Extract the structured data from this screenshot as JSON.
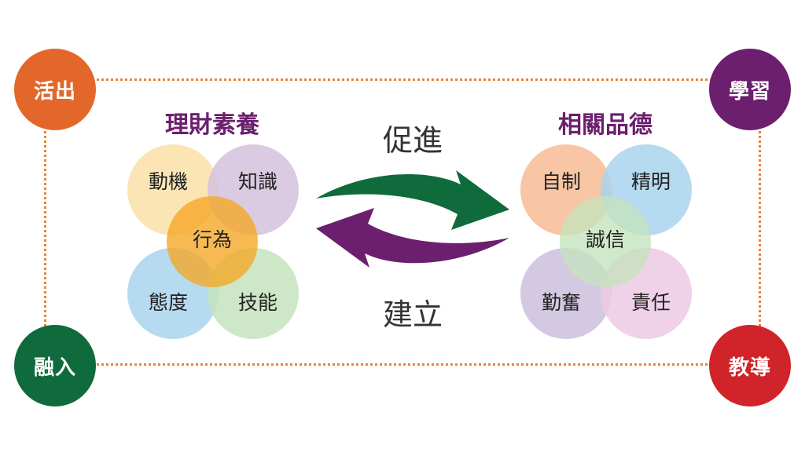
{
  "colors": {
    "frame": "#e8843a",
    "title": "#6b1f6e",
    "arrow_green": "#0f6b3c",
    "arrow_purple": "#6b1f6e"
  },
  "corners": {
    "top_left": {
      "label": "活出",
      "color": "#e3672a"
    },
    "top_right": {
      "label": "學習",
      "color": "#6b1f6e"
    },
    "bottom_left": {
      "label": "融入",
      "color": "#0f6b3c"
    },
    "bottom_right": {
      "label": "教導",
      "color": "#d0232a"
    }
  },
  "left_group": {
    "title": "理財素養",
    "items": [
      {
        "label": "動機",
        "color": "#fbe0a8"
      },
      {
        "label": "知識",
        "color": "#d3c2de"
      },
      {
        "label": "態度",
        "color": "#a9d3ec"
      },
      {
        "label": "技能",
        "color": "#c4e3bd"
      }
    ],
    "center": {
      "label": "行為",
      "color": "#f5a623"
    }
  },
  "right_group": {
    "title": "相關品德",
    "items": [
      {
        "label": "自制",
        "color": "#f7bc94"
      },
      {
        "label": "精明",
        "color": "#a9d3ec"
      },
      {
        "label": "勤奮",
        "color": "#cdbfdd"
      },
      {
        "label": "責任",
        "color": "#ecc9e4"
      }
    ],
    "center": {
      "label": "誠信",
      "color": "#c4e3bd"
    }
  },
  "arrows": {
    "top_label": "促進",
    "bottom_label": "建立"
  }
}
